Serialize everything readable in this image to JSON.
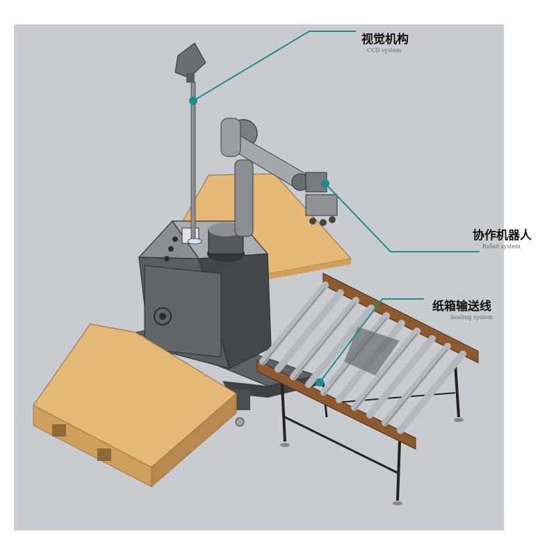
{
  "colors": {
    "background": "#c8ccd0",
    "leader_line": "#1e8c8c",
    "pallet": "#e6b876",
    "metal": "#7d8084",
    "roller_frame": "#8c5a2e"
  },
  "callouts": [
    {
      "id": "ccd",
      "title": "视觉机构",
      "subtitle": "CCD system"
    },
    {
      "id": "robot",
      "title": "协作机器人",
      "subtitle": "Robot system"
    },
    {
      "id": "conveyor",
      "title": "纸箱输送线",
      "subtitle": "Sealing system"
    }
  ]
}
